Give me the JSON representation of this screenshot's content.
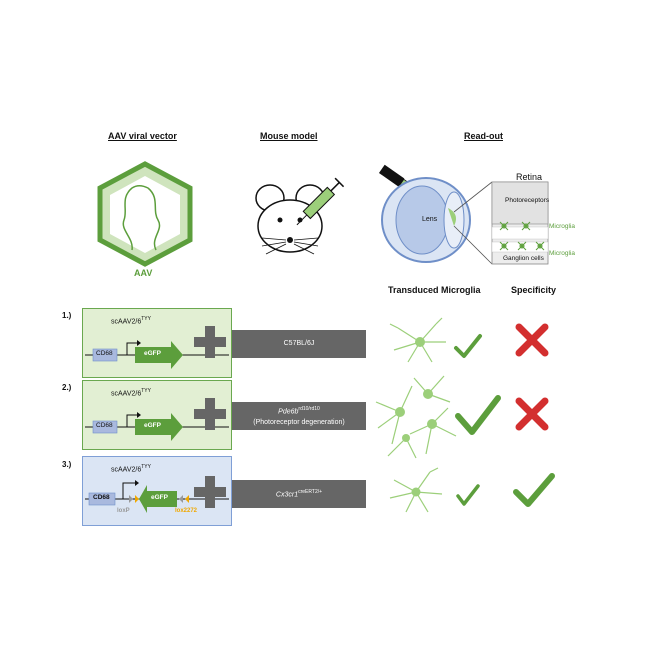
{
  "headers": {
    "vector": "AAV viral vector",
    "mouse": "Mouse model",
    "readout": "Read-out"
  },
  "aav_label": "AAV",
  "retina": {
    "title": "Retina",
    "photoreceptors": "Photoreceptors",
    "microglia_top": "Microglia",
    "microglia_bottom": "Microglia",
    "ganglion": "Ganglion cells",
    "lens": "Lens"
  },
  "columns": {
    "transduced": "Transduced Microglia",
    "specificity": "Specificity"
  },
  "rows": [
    {
      "num": "1.)",
      "vector": "scAAV2/6",
      "vector_sup": "TYY",
      "promoter": "CD68",
      "reporter": "eGFP",
      "mouse": "C57BL/6J",
      "mouse_sup": "",
      "mouse_line2": ""
    },
    {
      "num": "2.)",
      "vector": "scAAV2/6",
      "vector_sup": "TYY",
      "promoter": "CD68",
      "reporter": "eGFP",
      "mouse": "Pde6b",
      "mouse_sup": "rd10/rd10",
      "mouse_line2": "(Photoreceptor degeneration)"
    },
    {
      "num": "3.)",
      "vector": "scAAV2/6",
      "vector_sup": "TYY",
      "promoter": "CD68",
      "reporter": "eGFP",
      "lox1": "loxP",
      "lox2": "lox2272",
      "mouse": "Cx3cr1",
      "mouse_sup": "creERT2/+",
      "mouse_line2": ""
    }
  ],
  "colors": {
    "green": "#5c9e3c",
    "light_green": "#e2efd3",
    "light_blue": "#dbe5f4",
    "red": "#d32f2f",
    "gray": "#666666",
    "lox_orange": "#f0a800"
  }
}
